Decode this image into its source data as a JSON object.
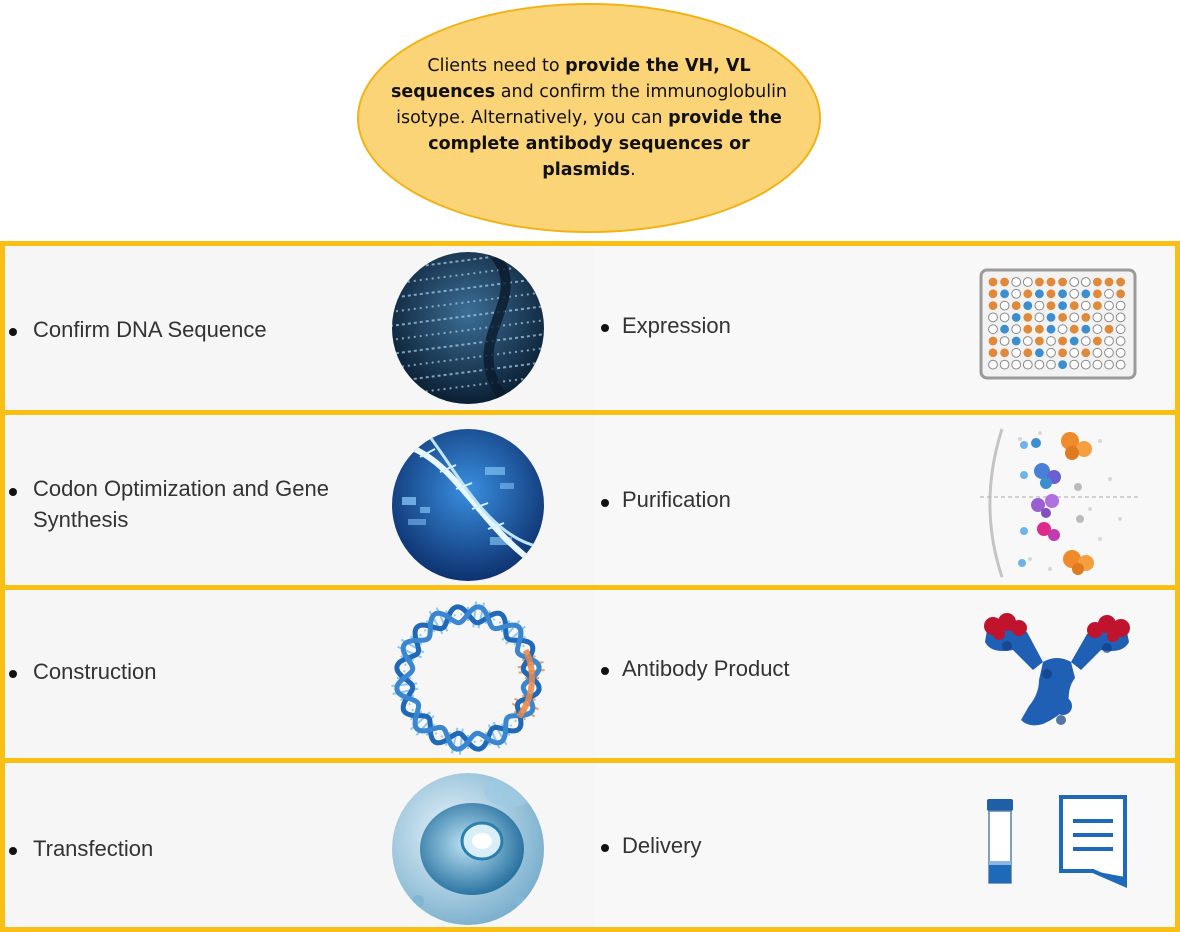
{
  "callout": {
    "text_1": "Clients need to ",
    "bold_1": "provide the VH, VL sequences",
    "text_2": " and confirm the immunoglobulin isotype. Alternatively, you can ",
    "bold_2": "provide the complete antibody sequences or plasmids",
    "text_3": "."
  },
  "rows": [
    {
      "left_label": "Confirm DNA Sequence",
      "left_icon": "dna-sequence-data-icon",
      "right_label": "Expression",
      "right_icon": "well-plate-icon"
    },
    {
      "left_label_line1": "Codon Optimization and Gene",
      "left_label_line2": "Synthesis",
      "left_icon": "dna-helix-digital-icon",
      "right_label": "Purification",
      "right_icon": "molecule-separation-icon"
    },
    {
      "left_label": "Construction",
      "left_icon": "plasmid-ring-icon",
      "right_label": "Antibody Product",
      "right_icon": "antibody-protein-icon"
    },
    {
      "left_label": "Transfection",
      "left_icon": "cell-transfection-icon",
      "right_label": "Delivery",
      "right_icon": "vial-and-document-icon"
    }
  ],
  "colors": {
    "frame_border": "#f9bf14",
    "callout_fill": "#fbd478",
    "callout_border": "#f2b215",
    "plate_orange": "#e0893a",
    "plate_blue": "#3b8fd0",
    "antibody_blue": "#1f5fb4",
    "antibody_red": "#c0142e"
  }
}
